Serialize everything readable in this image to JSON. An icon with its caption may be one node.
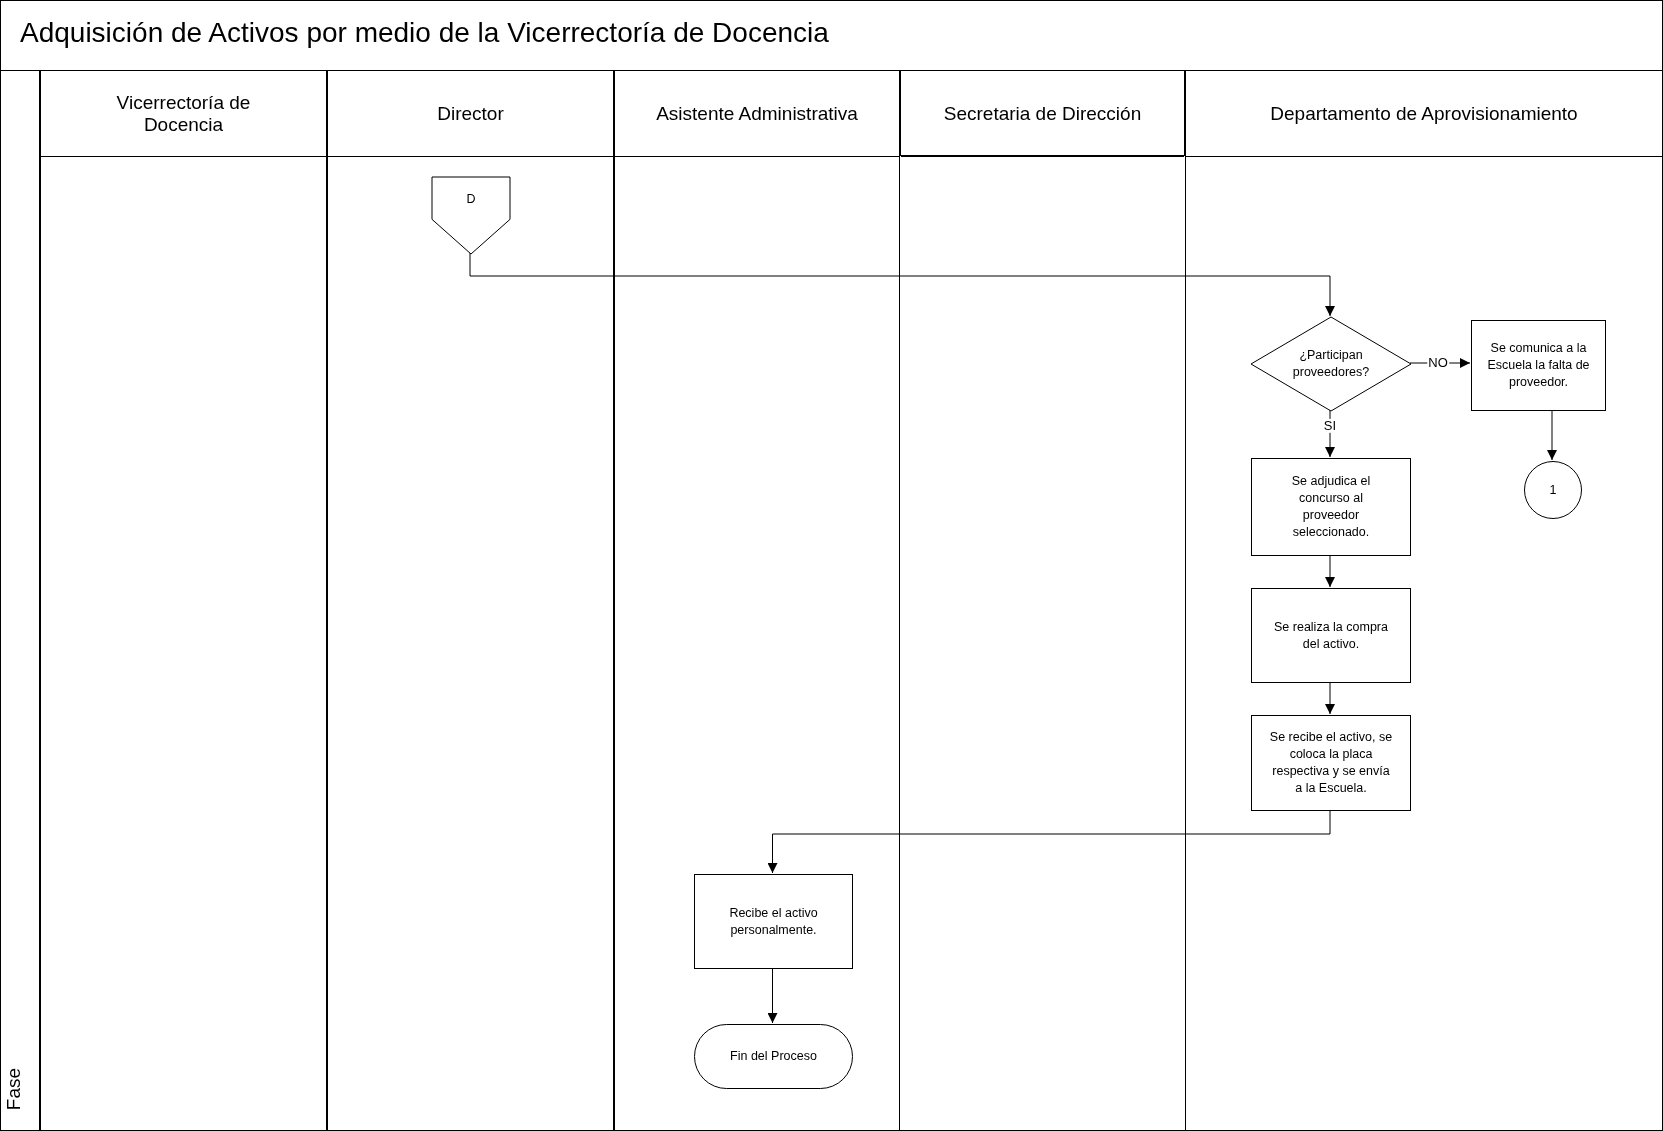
{
  "diagram": {
    "title": "Adquisición de Activos por medio de la Vicerrectoría de Docencia",
    "nodes": [
      {
        "text": [
          "Fase"
        ]
      },
      {
        "text": [
          "Vicerrectoría de Docencia"
        ]
      },
      {
        "text": [
          "Director"
        ]
      },
      {
        "text": [
          "Asistente Administrativa"
        ]
      },
      {
        "text": [
          "Secretaria de Dirección"
        ]
      },
      {
        "text": [
          "Departamento de Aprovisionamiento"
        ]
      },
      {
        "text": [
          "D"
        ],
        "in": 2
      },
      {
        "text": [
          "¿Participan proveedores?"
        ],
        "in": 5
      },
      {
        "text": [
          "Se comunica a la Escuela la falta de proveedor."
        ],
        "in": 5
      },
      {
        "text": [
          "1"
        ],
        "in": 5
      },
      {
        "text": [
          "Se adjudica el concurso al proveedor seleccionado."
        ],
        "in": 5
      },
      {
        "text": [
          "Se realiza la compra del activo."
        ],
        "in": 5
      },
      {
        "text": [
          "Se recibe el activo, se coloca la placa respectiva y se envía a la Escuela."
        ],
        "in": 5
      },
      {
        "text": [
          "Recibe el activo personalmente."
        ],
        "in": 3
      },
      {
        "text": [
          "Fin del Proceso"
        ],
        "in": 3
      }
    ],
    "edges": [
      {
        "from": 6,
        "to": 7,
        "arrow": "to"
      },
      {
        "from": 7,
        "to": 8,
        "arrow": "to",
        "label": "NO"
      },
      {
        "from": 7,
        "to": 10,
        "arrow": "to",
        "label": "SI"
      },
      {
        "from": 8,
        "to": 9,
        "arrow": "to"
      },
      {
        "from": 10,
        "to": 11,
        "arrow": "to"
      },
      {
        "from": 11,
        "to": 12,
        "arrow": "to"
      },
      {
        "from": 12,
        "to": 13,
        "arrow": "to"
      },
      {
        "from": 13,
        "to": 14,
        "arrow": "to"
      }
    ]
  }
}
